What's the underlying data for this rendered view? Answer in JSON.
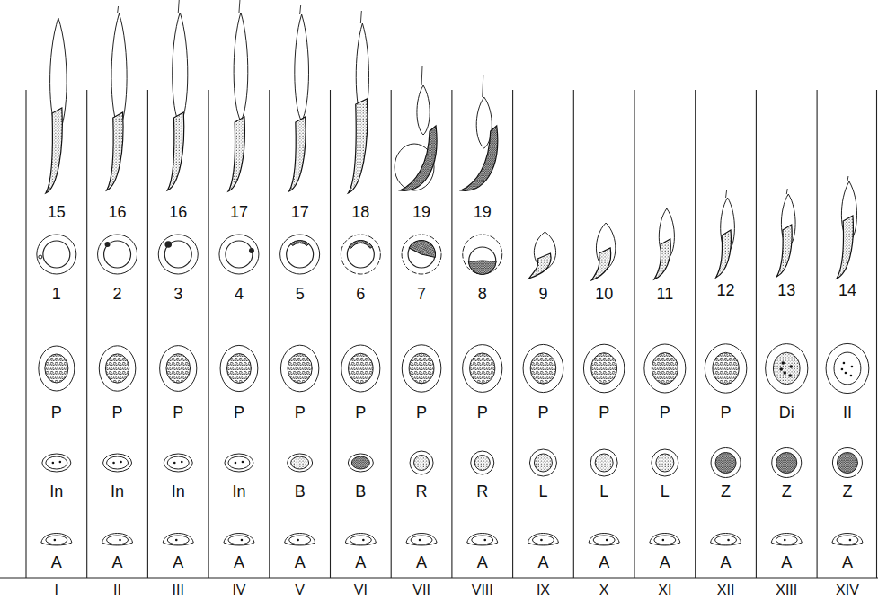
{
  "diagram": {
    "labels": [
      "15",
      "16",
      "16",
      "17",
      "17",
      "18",
      "19",
      "19",
      "1",
      "2",
      "3",
      "4",
      "5",
      "6",
      "7",
      "8",
      "9",
      "10",
      "11",
      "12",
      "13",
      "14",
      "P",
      "P",
      "P",
      "P",
      "P",
      "P",
      "P",
      "P",
      "P",
      "P",
      "P",
      "P",
      "Di",
      "II",
      "In",
      "In",
      "In",
      "In",
      "B",
      "B",
      "R",
      "R",
      "L",
      "L",
      "L",
      "Z",
      "Z",
      "Z",
      "A",
      "A",
      "A",
      "A",
      "A",
      "A",
      "A",
      "A",
      "A",
      "A",
      "A",
      "A",
      "A",
      "A",
      "I",
      "II",
      "III",
      "IV",
      "V",
      "VI",
      "VII",
      "VIII",
      "IX",
      "X",
      "XI",
      "XII",
      "XIII",
      "XIV"
    ]
  }
}
